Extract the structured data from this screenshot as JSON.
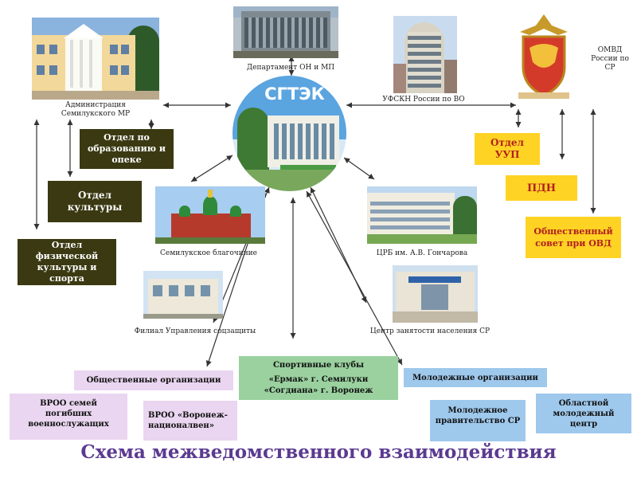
{
  "title": "Схема межведомственного взаимодействия",
  "center": {
    "label": "СГТЭК"
  },
  "captions": {
    "administration": "Администрация Семилукского МР",
    "department": "Департамент ОН и МП",
    "ufskn": "УФСКН  России  по ВО",
    "omvd": "ОМВД России по СР",
    "church": "Семилукское благочиние",
    "hospital": "ЦРБ им. А.В. Гончарова",
    "social": "Филиал Управления соцзащиты",
    "employment": "Центр занятости населения СР"
  },
  "boxes": {
    "education": "Отдел по образованию и опеке",
    "culture": "Отдел культуры",
    "sport": "Отдел физической культуры и спорта",
    "uup": "Отдел УУП",
    "pdn": "ПДН",
    "council": "Общественный совет при ОВД",
    "public_orgs": "Общественные организации",
    "vroo_families": "ВРОО семей погибших военнослужащих",
    "vroo_voronezh": "ВРОО «Воронеж-националвен»",
    "sports_title": "Спортивные клубы",
    "sports_clubs": "«Ермак» г. Семилуки «Согдиана» г. Воронеж",
    "youth_orgs": "Молодежные организации",
    "youth_gov": "Молодежное правительство СР",
    "youth_center": "Областной молодежный центр"
  },
  "colors": {
    "dark_box": "#3a3912",
    "yellow_box": "#ffd324",
    "purple_box": "#ead6f0",
    "green_box": "#9ad19f",
    "blue_box": "#9ec8ec",
    "title": "#5b3a91",
    "arrow": "#333333"
  }
}
